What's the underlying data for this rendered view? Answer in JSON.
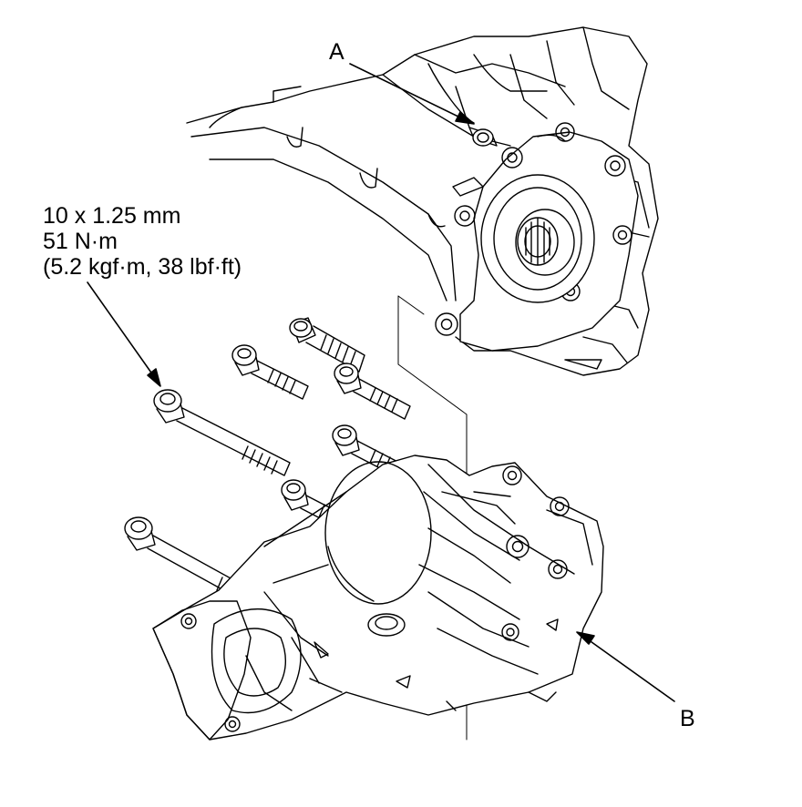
{
  "callouts": {
    "a": "A",
    "b": "B"
  },
  "torque_spec": {
    "bolt_size": "10 x 1.25 mm",
    "torque_nm": "51 N·m",
    "torque_alt": "(5.2 kgf·m, 38 lbf·ft)"
  },
  "colors": {
    "line": "#000000",
    "background": "#ffffff"
  }
}
